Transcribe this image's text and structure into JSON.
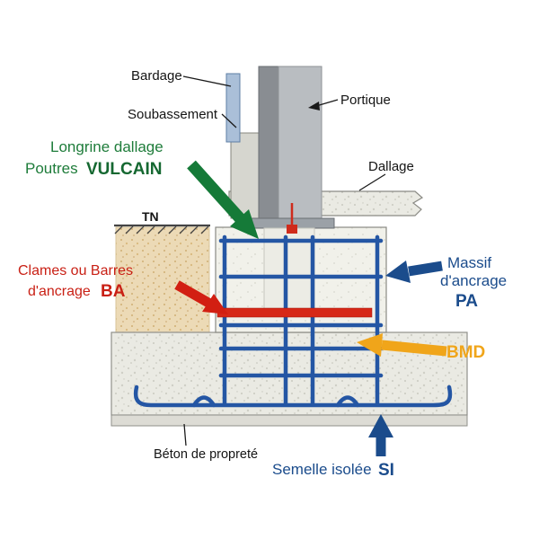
{
  "title": "Foundation anchoring detail diagram",
  "labels": {
    "bardage": "Bardage",
    "soubassement": "Soubassement",
    "portique": "Portique",
    "dallage": "Dallage",
    "longrine_line1": "Longrine dallage",
    "longrine_line2": "Poutres",
    "longrine_brand": "VULCAIN",
    "tn": "TN",
    "clames_line1": "Clames ou Barres",
    "clames_line2": "d'ancrage",
    "clames_code": "BA",
    "massif_line1": "Massif",
    "massif_line2": "d'ancrage",
    "massif_code": "PA",
    "bmd": "BMD",
    "beton": "Béton de propreté",
    "semelle": "Semelle isolée",
    "semelle_code": "SI"
  },
  "colors": {
    "green_text": "#1e7c3a",
    "green_brand": "#156831",
    "red": "#c92015",
    "blue": "#1b4c8c",
    "orange": "#f0a51a",
    "rebar_blue": "#2456a4",
    "anchor_bar_red": "#d62818",
    "soil_tan": "#ecdab6",
    "concrete_gray": "#eaeae3",
    "steel_dark": "#898d92",
    "steel_light": "#b9bdc1",
    "bardage_blue": "#aabfd8"
  }
}
